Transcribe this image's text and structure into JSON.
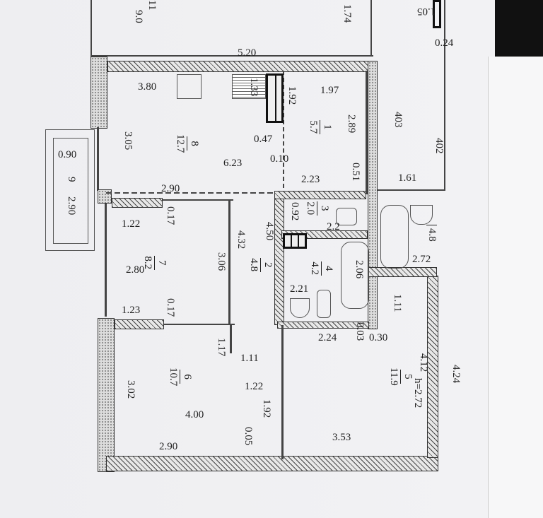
{
  "rooms": {
    "r11": {
      "num": "11",
      "area": "9.0"
    },
    "r8": {
      "num": "8",
      "area": "12.7"
    },
    "r1": {
      "num": "1",
      "area": "5.7"
    },
    "r3": {
      "num": "3",
      "area": "2.0"
    },
    "r7": {
      "num": "7",
      "area": "8.2"
    },
    "r2": {
      "num": "2",
      "area": "4.8"
    },
    "r4": {
      "num": "4",
      "area": "4.2"
    },
    "r6": {
      "num": "6",
      "area": "10.7"
    },
    "r5": {
      "num": "5",
      "area": "11.9"
    },
    "r9": {
      "num": "9"
    },
    "rbath": {
      "area": "4.8"
    },
    "r403": "403",
    "r402": "402"
  },
  "ceiling_height": "h=2.72",
  "dims": [
    "5.20",
    "3.80",
    "1.97",
    "0.47",
    "6.23",
    "0.10",
    "2.23",
    "2.90",
    "0.90",
    "1.61",
    "0.24",
    "1.22",
    "2.2",
    "2.72",
    "2.80",
    "2.21",
    "1.23",
    "2.24",
    "0.30",
    "1.11",
    "1.22",
    "4.00",
    "2.90",
    "3.53",
    "1.74",
    "1.05",
    "1.33",
    "1.92",
    "2.89",
    "3.05",
    "0.51",
    "2.90",
    "0.92",
    "0.17",
    "4.32",
    "4.50",
    "3.06",
    "2.06",
    "0.17",
    "1.11",
    "1.17",
    "0.03",
    "4.12",
    "4.24",
    "3.02",
    "1.92",
    "0.05"
  ]
}
